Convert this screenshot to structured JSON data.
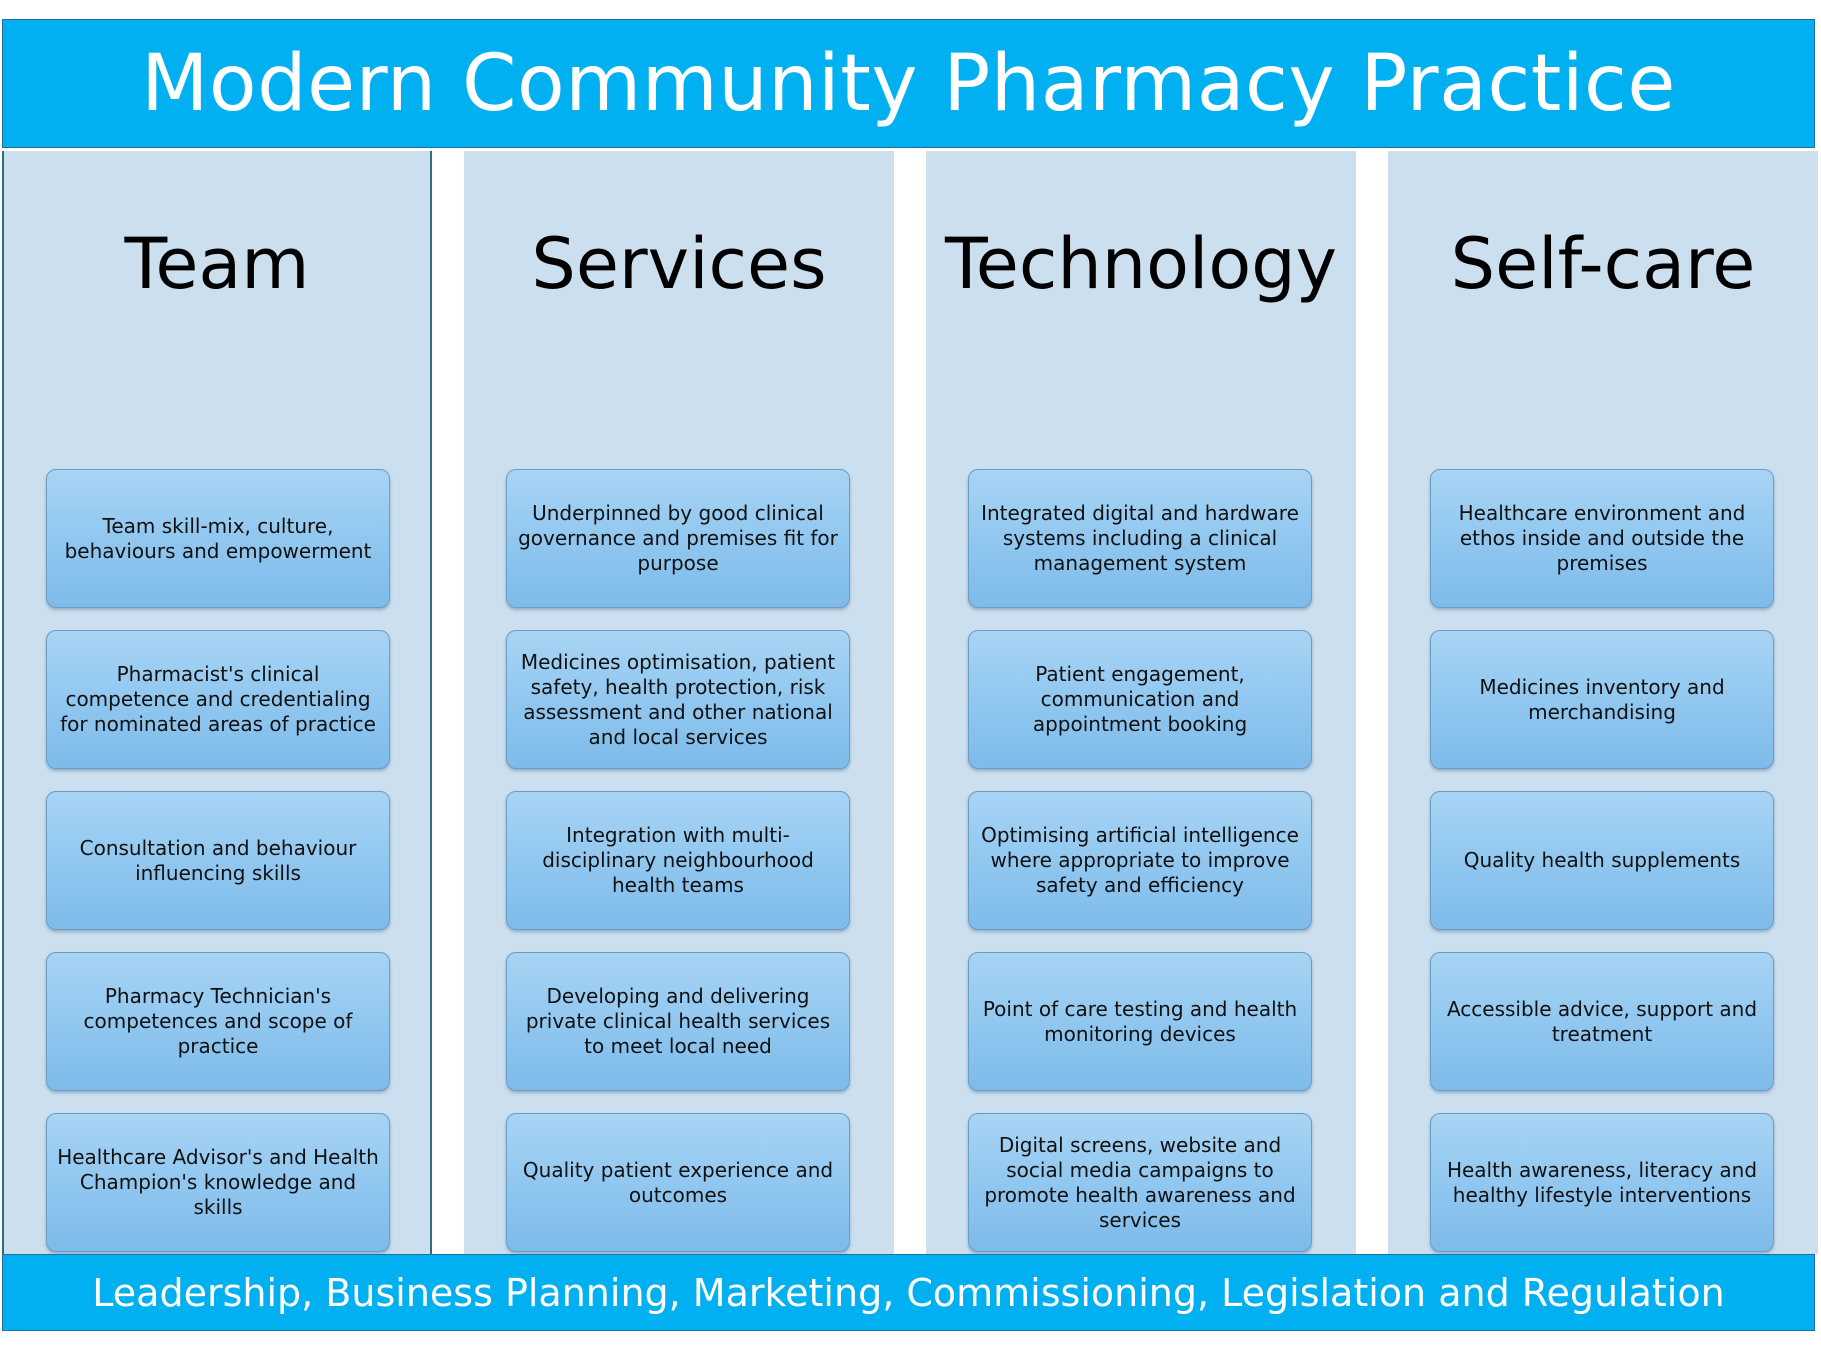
{
  "title": "Modern Community Pharmacy Practice",
  "footer": "Leadership, Business Planning, Marketing, Commissioning, Legislation and Regulation",
  "pillars": [
    {
      "name": "Team",
      "items": [
        "Team skill-mix, culture, behaviours and empowerment",
        "Pharmacist's clinical competence and credentialing for nominated areas of practice",
        "Consultation and behaviour influencing skills",
        "Pharmacy Technician's competences and scope of practice",
        "Healthcare Advisor's and Health Champion's knowledge and skills"
      ]
    },
    {
      "name": "Services",
      "items": [
        "Underpinned by good clinical governance and premises fit for purpose",
        "Medicines optimisation, patient safety, health protection, risk assessment and other national and local  services",
        "Integration with multi-disciplinary neighbourhood health teams",
        "Developing and delivering private clinical health services to meet local need",
        "Quality patient experience and outcomes"
      ]
    },
    {
      "name": "Technology",
      "items": [
        "Integrated digital and hardware systems including a clinical management system",
        "Patient engagement, communication and appointment booking",
        "Optimising artificial intelligence where appropriate to improve safety and efficiency",
        "Point of care testing and health monitoring devices",
        "Digital screens, website and social media campaigns to promote health awareness and services"
      ]
    },
    {
      "name": "Self-care",
      "items": [
        "Healthcare environment and ethos inside and outside the premises",
        "Medicines inventory and merchandising",
        "Quality health supplements",
        "Accessible advice, support and treatment",
        "Health awareness, literacy and healthy lifestyle interventions"
      ]
    }
  ]
}
